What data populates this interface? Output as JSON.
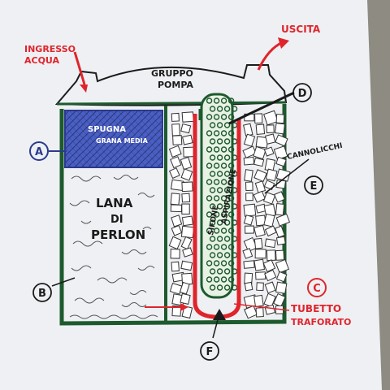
{
  "diagram": {
    "labels": {
      "ingresso_line1": "INGRESSO",
      "ingresso_line2": "ACQUA",
      "uscita": "USCITA",
      "gruppo_line1": "GRUPPO",
      "gruppo_line2": "POMPA",
      "spugna_line1": "SPUGNA",
      "spugna_line2": "GRANA MEDIA",
      "lana_line1": "LANA",
      "lana_line2": "DI",
      "lana_line3": "PERLON",
      "sifone_line1": "SIFONE",
      "sifone_line2": "ASPIRAZIONE",
      "cannolicchi": "CANNOLICCHI",
      "tubetto_line1": "TUBETTO",
      "tubetto_line2": "TRAFORATO"
    },
    "markers": {
      "a": "A",
      "b": "B",
      "c": "C",
      "d": "D",
      "e": "E",
      "f": "F"
    },
    "colors": {
      "paper": "#eef0f3",
      "wall_green": "#1d5a2e",
      "sponge_blue": "#3f52b0",
      "accent_red": "#e0242c",
      "ink_black": "#1b1b1b",
      "marker_blue": "#2b3a8e"
    }
  }
}
